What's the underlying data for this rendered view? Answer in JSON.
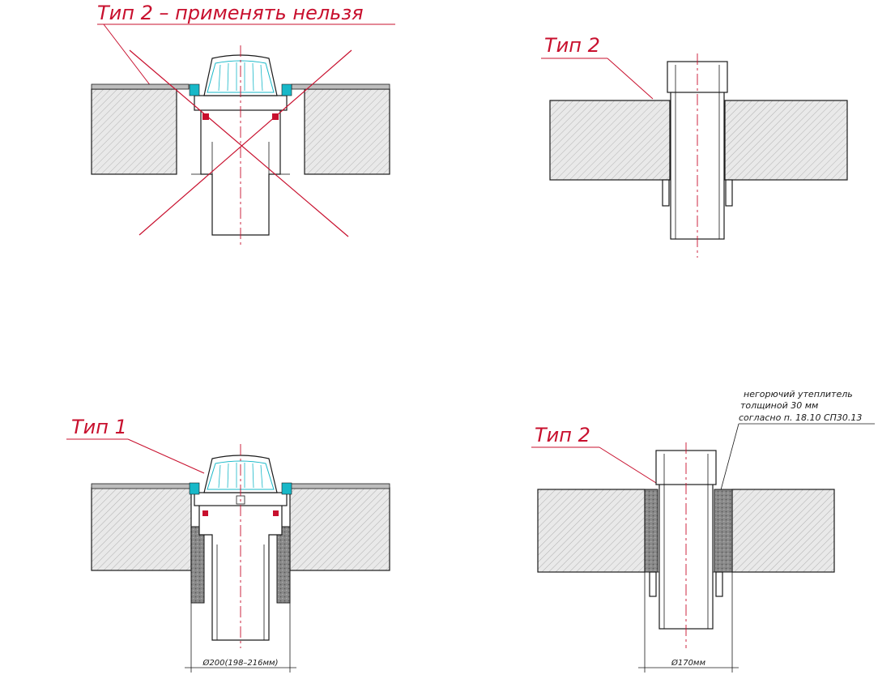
{
  "labels": {
    "type2_forbidden": "Тип 2 – применять нельзя",
    "type2_top": "Тип 2",
    "type1": "Тип 1",
    "type2_bottom": "Тип 2",
    "insulation_line1": "негорючий утеплитель",
    "insulation_line2": "толщиной 30 мм",
    "insulation_line3": "согласно п. 18.10 СП30.13",
    "dim_type1": "Ø200(198–216мм)",
    "dim_type2": "Ø170мм"
  },
  "colors": {
    "annotation": "#c8102e",
    "funnel": "#18b8c8",
    "line": "#1a1a1a"
  }
}
